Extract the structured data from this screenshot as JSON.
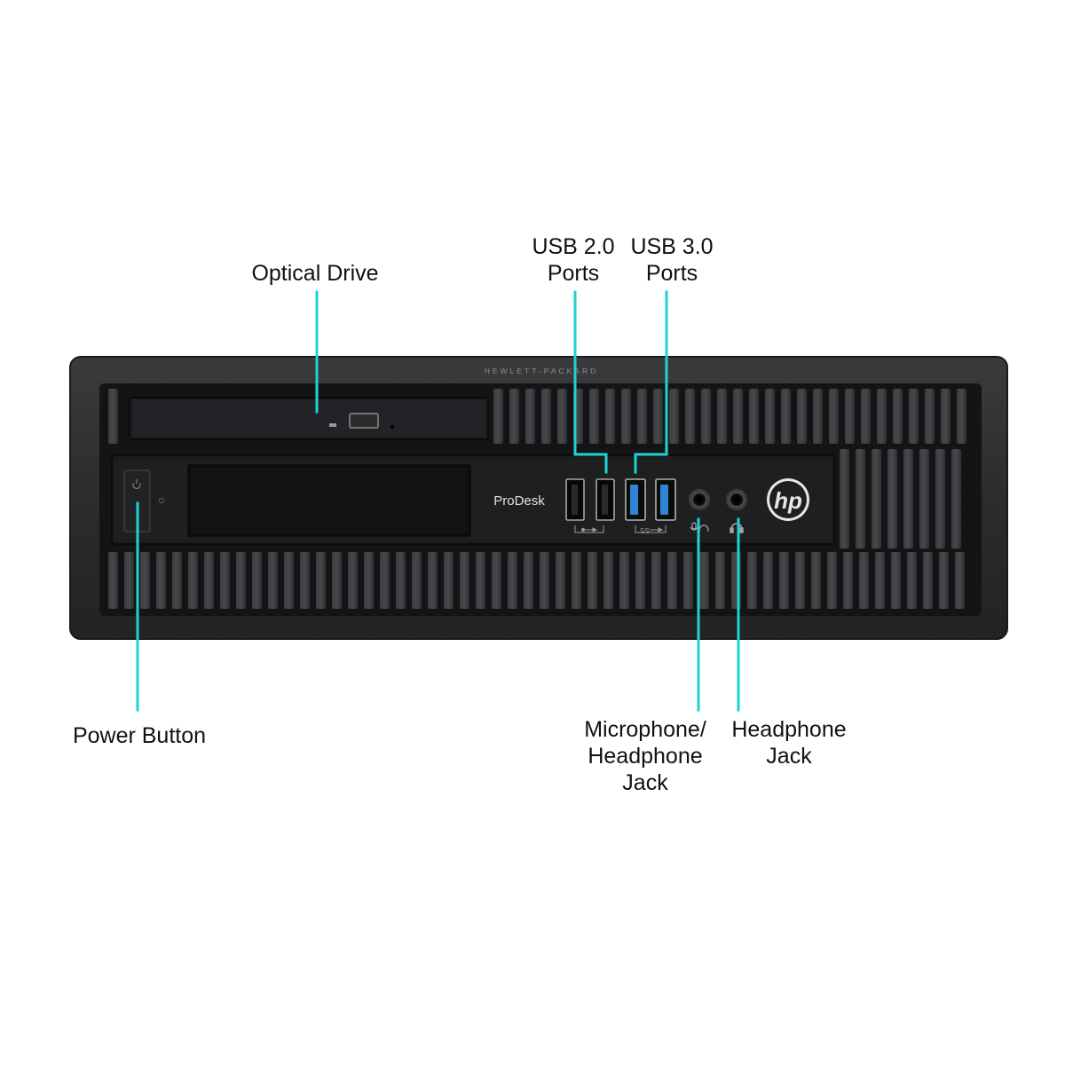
{
  "colors": {
    "callout_line": "#1fd3d3",
    "chassis": "#2b2c2e",
    "bezel": "#1b1c1e",
    "usb2_port": "#111111",
    "usb3_port": "#2f86d6",
    "brand_text": "#dddddd",
    "background": "#ffffff"
  },
  "device": {
    "manufacturer_engraving": "HEWLETT-PACKARD",
    "model_name": "ProDesk",
    "logo_text": "hp"
  },
  "callouts": {
    "optical_drive": {
      "lines": [
        "Optical Drive"
      ]
    },
    "usb2": {
      "lines": [
        "USB 2.0",
        "Ports"
      ]
    },
    "usb3": {
      "lines": [
        "USB 3.0",
        "Ports"
      ]
    },
    "power": {
      "lines": [
        "Power Button"
      ]
    },
    "mic": {
      "lines": [
        "Microphone/",
        "Headphone",
        "Jack"
      ]
    },
    "headphone": {
      "lines": [
        "Headphone",
        "Jack"
      ]
    }
  },
  "icons": [
    "power-icon",
    "usb-icon",
    "usb-ss-icon",
    "microphone-icon",
    "headphone-icon"
  ]
}
